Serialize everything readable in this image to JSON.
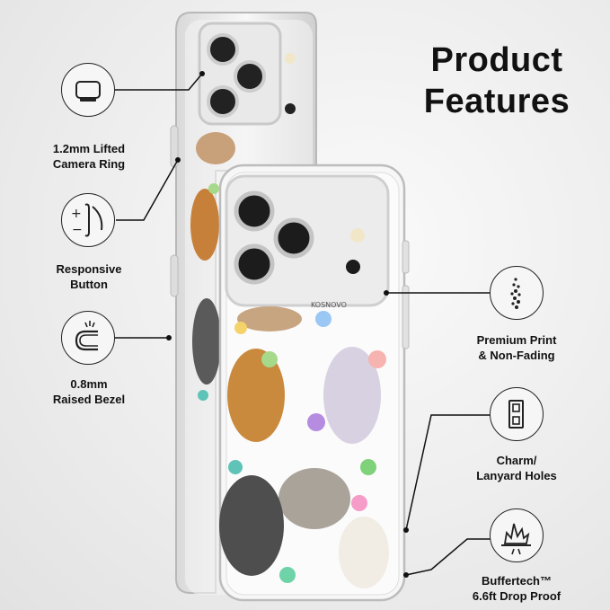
{
  "title": {
    "line1": "Product",
    "line2": "Features"
  },
  "brand_mark": "KOSNOVO",
  "features": [
    {
      "id": "camera-ring",
      "icon": "camera-ring-icon",
      "line1": "1.2mm Lifted",
      "line2": "Camera Ring"
    },
    {
      "id": "button",
      "icon": "responsive-button-icon",
      "line1": "Responsive",
      "line2": "Button"
    },
    {
      "id": "bezel",
      "icon": "raised-bezel-icon",
      "line1": "0.8mm",
      "line2": "Raised Bezel"
    },
    {
      "id": "print",
      "icon": "print-dots-icon",
      "line1": "Premium Print",
      "line2": "& Non-Fading"
    },
    {
      "id": "holes",
      "icon": "lanyard-holes-icon",
      "line1": "Charm/",
      "line2": "Lanyard Holes"
    },
    {
      "id": "drop",
      "icon": "drop-impact-icon",
      "line1": "Buffertech™",
      "line2": "6.6ft Drop Proof"
    }
  ],
  "colors": {
    "accent": "#111111",
    "background": "#efefef"
  }
}
